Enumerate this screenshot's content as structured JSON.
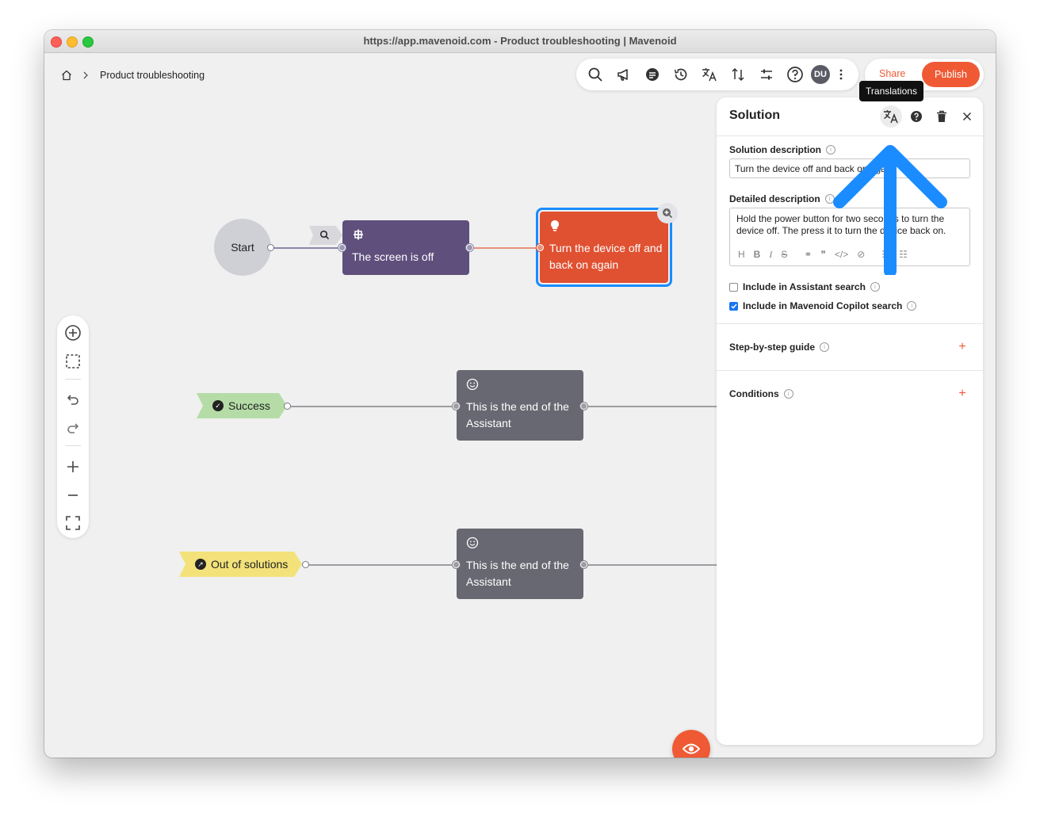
{
  "window": {
    "title": "https://app.mavenoid.com - Product troubleshooting | Mavenoid"
  },
  "breadcrumb": {
    "current": "Product troubleshooting"
  },
  "toolbar": {
    "icons": [
      "search-icon",
      "megaphone-icon",
      "chat-icon",
      "history-icon",
      "translate-icon",
      "sort-icon",
      "settings-sliders-icon",
      "help-icon"
    ],
    "avatar_initials": "DU",
    "share_label": "Share",
    "publish_label": "Publish",
    "tooltip": "Translations"
  },
  "flow": {
    "start_label": "Start",
    "question_node": "The screen is off",
    "solution_node": "Turn the device off and back on again",
    "end_node_1": "This is the end of the Assistant",
    "end_node_2": "This is the end of the Assistant",
    "success_tag": "Success",
    "out_tag": "Out of solutions"
  },
  "panel": {
    "title": "Solution",
    "solution_description_label": "Solution description",
    "solution_description_value": "Turn the device off and back on again",
    "detailed_description_label": "Detailed description",
    "detailed_description_value": "Hold the power button for two seconds to turn the device off. The press it to turn the device back on.",
    "include_assistant_label": "Include in Assistant search",
    "include_assistant_checked": false,
    "include_copilot_label": "Include in Mavenoid Copilot search",
    "include_copilot_checked": true,
    "step_guide_label": "Step-by-step guide",
    "conditions_label": "Conditions"
  },
  "colors": {
    "accent": "#ef5a35",
    "question_node": "#5e4f7d",
    "solution_node": "#e05132",
    "end_node": "#686872",
    "success_tag": "#b5dca7",
    "out_tag": "#f3e27a",
    "selection": "#1a8cff",
    "arrow": "#1a8cff"
  }
}
